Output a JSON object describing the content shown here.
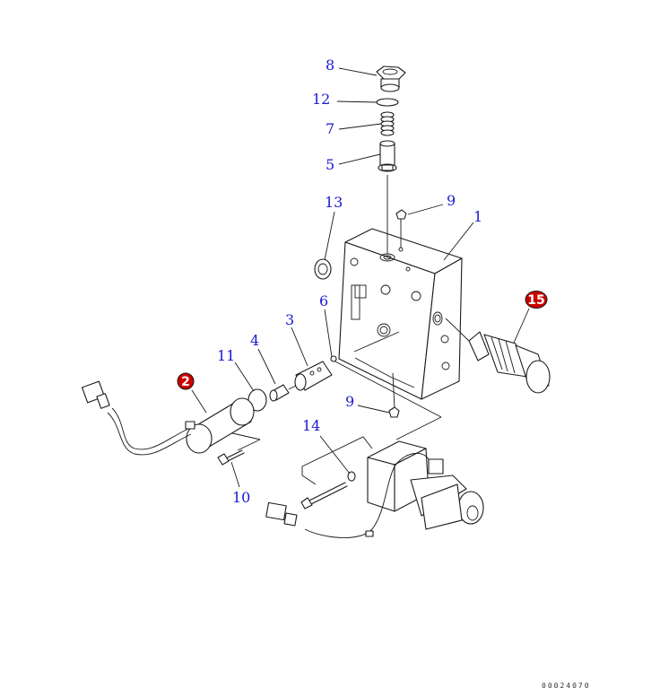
{
  "labels": {
    "p1": "1",
    "p2": "2",
    "p3": "3",
    "p4": "4",
    "p5": "5",
    "p6": "6",
    "p7": "7",
    "p8": "8",
    "p9a": "9",
    "p9b": "9",
    "p10": "10",
    "p11": "11",
    "p12": "12",
    "p13": "13",
    "p14": "14",
    "p15": "15"
  },
  "drawing_code": "00024070",
  "colors": {
    "label": "#1a1ad0",
    "badge": "#cc0000",
    "line": "#1a1a1a"
  }
}
